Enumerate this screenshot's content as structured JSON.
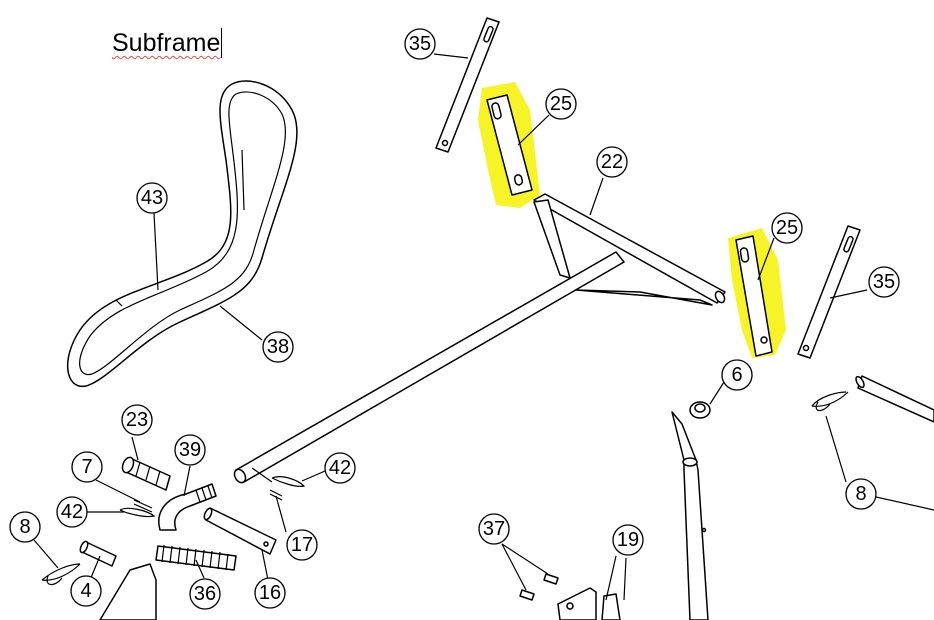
{
  "title": "Subframe",
  "colors": {
    "highlight": "#f6f21a",
    "line": "#000000",
    "background": "#ffffff"
  },
  "callouts": [
    {
      "id": "c35a",
      "label": "35"
    },
    {
      "id": "c25a",
      "label": "25"
    },
    {
      "id": "c22",
      "label": "22"
    },
    {
      "id": "c25b",
      "label": "25"
    },
    {
      "id": "c35b",
      "label": "35"
    },
    {
      "id": "c43",
      "label": "43"
    },
    {
      "id": "c38",
      "label": "38"
    },
    {
      "id": "c6",
      "label": "6"
    },
    {
      "id": "c23",
      "label": "23"
    },
    {
      "id": "c39",
      "label": "39"
    },
    {
      "id": "c7",
      "label": "7"
    },
    {
      "id": "c42a",
      "label": "42"
    },
    {
      "id": "c42b",
      "label": "42"
    },
    {
      "id": "c8a",
      "label": "8"
    },
    {
      "id": "c8b",
      "label": "8"
    },
    {
      "id": "c17",
      "label": "17"
    },
    {
      "id": "c4",
      "label": "4"
    },
    {
      "id": "c36",
      "label": "36"
    },
    {
      "id": "c16",
      "label": "16"
    },
    {
      "id": "c37",
      "label": "37"
    },
    {
      "id": "c19",
      "label": "19"
    }
  ]
}
